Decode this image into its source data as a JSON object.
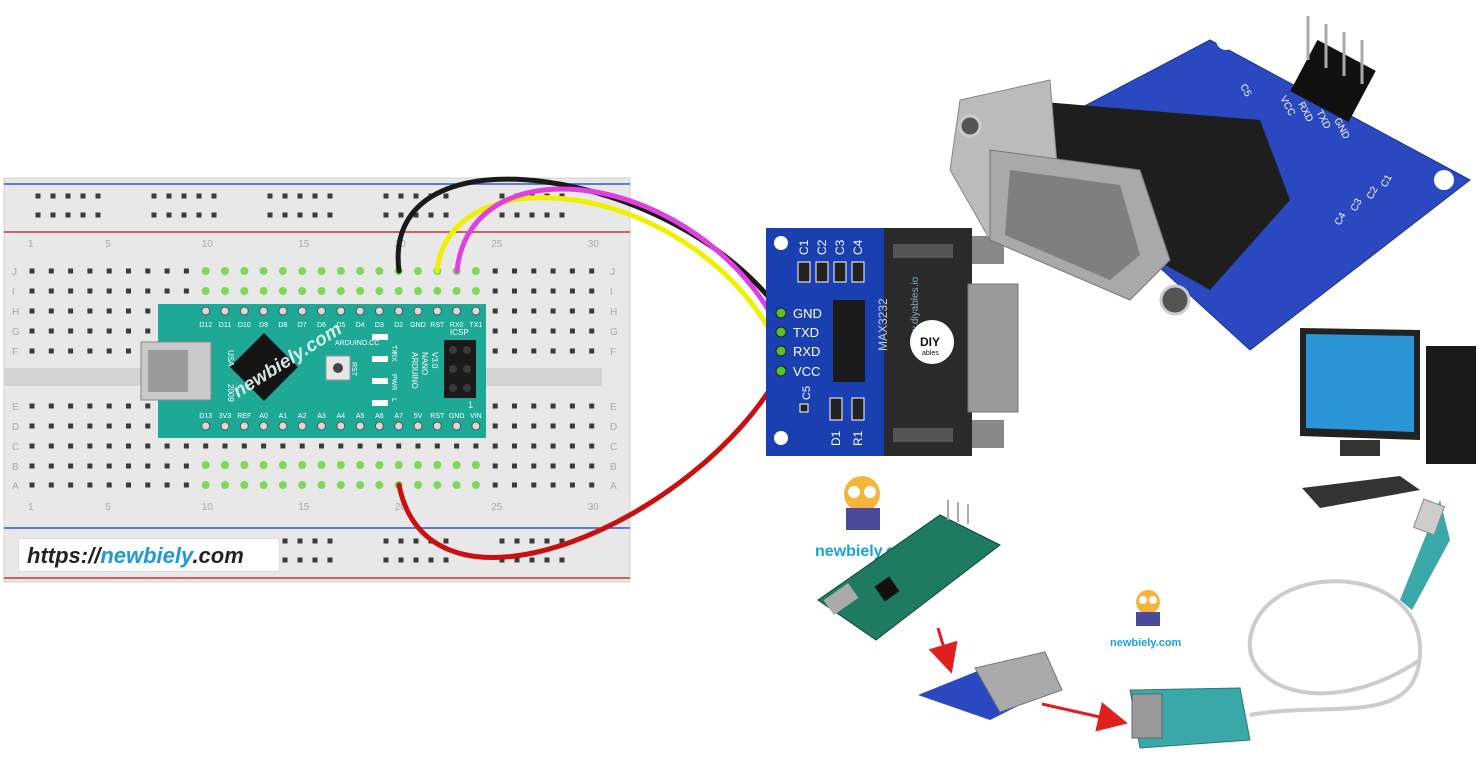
{
  "website": {
    "prefix": "https://",
    "highlight": "newbiely",
    "suffix": ".com"
  },
  "breadboard": {
    "column_numbers": [
      "1",
      "5",
      "10",
      "15",
      "20",
      "25",
      "30"
    ],
    "row_letters_top": [
      "J",
      "I",
      "H",
      "G",
      "F"
    ],
    "row_letters_bottom": [
      "E",
      "D",
      "C",
      "B",
      "A"
    ]
  },
  "arduino_nano": {
    "top_pins": [
      "D12",
      "D11",
      "D10",
      "D9",
      "D8",
      "D7",
      "D6",
      "D5",
      "D4",
      "D3",
      "D2",
      "GND",
      "RST",
      "RX0",
      "TX1"
    ],
    "bottom_pins": [
      "D13",
      "3V3",
      "REF",
      "A0",
      "A1",
      "A2",
      "A3",
      "A4",
      "A5",
      "A6",
      "A7",
      "5V",
      "RST",
      "GND",
      "VIN"
    ],
    "labels": {
      "usa": "USA",
      "year": "2009",
      "led_tx": "TX",
      "led_rx": "RX",
      "led_pwr": "PWR",
      "led_l": "L",
      "rst": "RST",
      "icsp": "ICSP",
      "pin1": "1",
      "model": "ARDUINO",
      "model2": "NANO",
      "version": "V3.0",
      "site": "ARDUINO.CC",
      "watermark": "newbiely.com"
    }
  },
  "rs232_module": {
    "pins": [
      "GND",
      "TXD",
      "RXD",
      "VCC"
    ],
    "caps": [
      "C1",
      "C2",
      "C3",
      "C4"
    ],
    "c5": "C5",
    "d1": "D1",
    "r1": "R1",
    "chip": "MAX3232",
    "url": "www.diyables.io",
    "logo_big": "DIY",
    "logo_small": "ables"
  },
  "photo_module": {
    "pins": [
      "VCC",
      "RXD",
      "TXD",
      "GND"
    ],
    "caps": [
      "C5",
      "C1",
      "C2",
      "C3",
      "C4"
    ]
  },
  "flow": {
    "brand_1": "newbiely.com",
    "brand_2": "newbiely.com"
  },
  "colors": {
    "wire_gnd": "#1a1a1a",
    "wire_txd": "#f0f000",
    "wire_rxd": "#e040e0",
    "wire_vcc": "#c81010",
    "nano_board": "#1ea896",
    "rs232_board": "#1a3fb0",
    "arrow": "#e02020"
  }
}
